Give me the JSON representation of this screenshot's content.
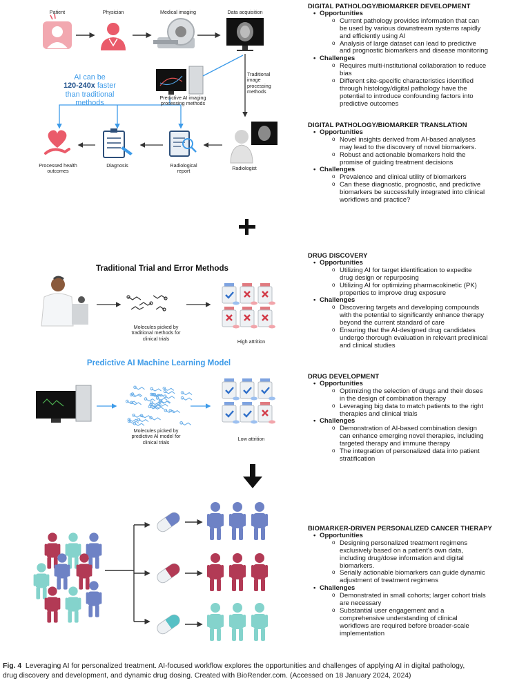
{
  "workflow1": {
    "patient": "Patient",
    "physician": "Physician",
    "medical_imaging": "Medical imaging",
    "data_acquisition": "Data acquisition",
    "traditional_methods": [
      "Traditional",
      "image",
      "processing",
      "methods"
    ],
    "ai_faster": [
      "AI can be",
      "120-240x",
      "faster",
      "than traditional",
      "methods"
    ],
    "predictive_ai": [
      "Predictive AI imaging",
      "processing methods"
    ],
    "processed": [
      "Processed health",
      "outcomes"
    ],
    "diagnosis": "Diagnosis",
    "report": [
      "Radiological",
      "report"
    ],
    "radiologist": "Radiologist"
  },
  "trial": {
    "traditional_title": "Traditional Trial and Error Methods",
    "molecules_traditional": [
      "Molecules picked by",
      "traditional methods for",
      "clinical trials"
    ],
    "high_attrition": "High attrition",
    "predictive_title": "Predictive AI Machine Learning Model",
    "molecules_ai": [
      "Molecules picked by",
      "predictive AI model for",
      "clinical trials"
    ],
    "low_attrition": "Low attrition"
  },
  "sections": [
    {
      "title": "DIGITAL PATHOLOGY/BIOMARKER DEVELOPMENT",
      "opportunities_label": "Opportunities",
      "opportunities": [
        [
          "Current pathology provides information that can",
          "be used by various downstream systems  rapidly",
          "and efficiently using AI"
        ],
        [
          "Analysis of large dataset can lead to predictive",
          "and prognostic biomarkers and disease monitoring"
        ]
      ],
      "challenges_label": "Challenges",
      "challenges": [
        [
          "Requires multi-institutional collaboration to reduce",
          "bias"
        ],
        [
          "Different site-specific characteristics identified",
          "through histology/digital pathology have the",
          "potential to introduce confounding factors into",
          "predictive outcomes"
        ]
      ]
    },
    {
      "title": "DIGITAL PATHOLOGY/BIOMARKER TRANSLATION",
      "opportunities_label": "Opportunities",
      "opportunities": [
        [
          "Novel insights derived from AI-based analyses",
          "may lead to  the discovery of novel  biomarkers."
        ],
        [
          "Robust and  actionable biomarkers hold the",
          "promise of guiding treatment decisions"
        ]
      ],
      "challenges_label": "Challenges",
      "challenges": [
        [
          "Prevalence and clinical utility  of biomarkers"
        ],
        [
          "Can these diagnostic, prognostic, and predictive",
          "biomarkers be successfully integrated into clinical",
          "workflows and practice?"
        ]
      ]
    },
    {
      "title": "DRUG DISCOVERY",
      "opportunities_label": "Opportunities",
      "opportunities": [
        [
          "Utilizing AI for target identification to expedite",
          "drug design or repurposing"
        ],
        [
          "Utilizing AI for optimizing pharmacokinetic (PK)",
          "properties to improve drug exposure"
        ]
      ],
      "challenges_label": "Challenges",
      "challenges": [
        [
          "Discovering targets and developing compounds",
          "with the potential to significantly enhance therapy",
          "beyond the current standard of care"
        ],
        [
          "Ensuring that the AI-designed drug candidates",
          "undergo thorough evaluation in relevant preclinical",
          "and clinical studies"
        ]
      ]
    },
    {
      "title": "DRUG DEVELOPMENT",
      "opportunities_label": "Opportunities",
      "opportunities": [
        [
          "Optimizing the selection of drugs and their doses",
          "in the design of combination therapy"
        ],
        [
          "Leveraging big data to match patients to the right",
          "therapies and clinical trials"
        ]
      ],
      "challenges_label": "Challenges",
      "challenges": [
        [
          "Demonstration of AI-based combination design",
          "can enhance emerging novel therapies, including",
          "targeted therapy and immune therapy"
        ],
        [
          "The integration of personalized data into patient",
          "stratification"
        ]
      ]
    },
    {
      "title": "BIOMARKER-DRIVEN PERSONALIZED CANCER THERAPY",
      "opportunities_label": "Opportunities",
      "opportunities": [
        [
          "Designing personalized treatment regimens",
          "exclusively based on a patient's own data,",
          "including drug/dose information and digital",
          "biomarkers."
        ],
        [
          "Serially actionable biomarkers can guide dynamic",
          "adjustment of treatment regimens"
        ]
      ],
      "challenges_label": "Challenges",
      "challenges": [
        [
          "Demonstrated in small cohorts; larger cohort trials",
          "are necessary"
        ],
        [
          "Substantial user engagement and a",
          "comprehensive understanding of clinical",
          "workflows are required before broader-scale",
          "implementation"
        ]
      ]
    }
  ],
  "caption": {
    "fig": "Fig. 4",
    "lines": [
      "Leveraging AI for personalized treatment. AI-focused workflow explores the opportunities and challenges of applying AI in digital pathology,",
      "drug discovery and development, and dynamic drug dosing. Created with BioRender.com. (Accessed on 18 January 2024, 2024)"
    ]
  },
  "colors": {
    "accent_blue": "#3d9be9",
    "pink": "#ea5b6a",
    "person_blue": "#6e82c5",
    "person_red": "#b23a55",
    "person_teal": "#84d3cc",
    "arrow": "#333333"
  }
}
